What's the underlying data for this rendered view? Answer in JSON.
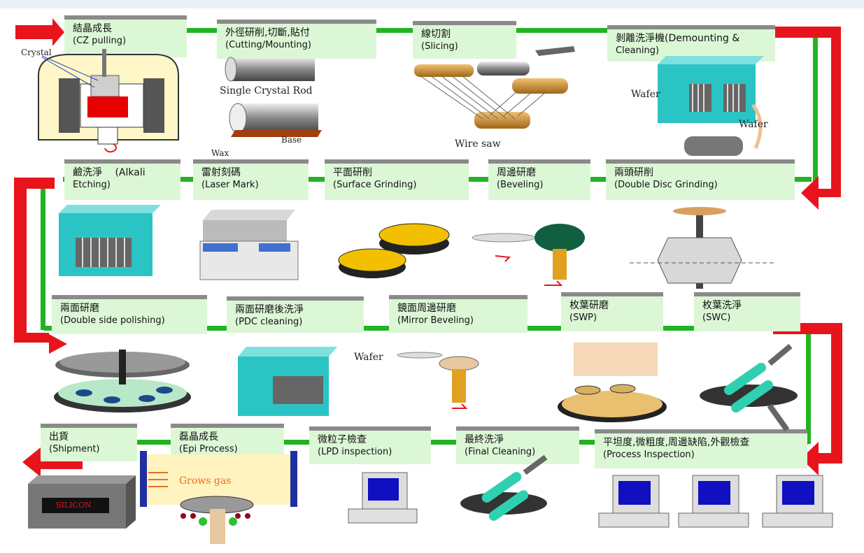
{
  "steps": [
    {
      "zh": "結晶成長",
      "en": "(CZ pulling)"
    },
    {
      "zh": "外徑研削,切斷,貼付",
      "en": "(Cutting/Mounting)"
    },
    {
      "zh": "線切割",
      "en": "(Slicing)"
    },
    {
      "zh": "剝離洗淨機(Demounting &",
      "en": "Cleaning)"
    },
    {
      "zh": "鹼洗淨 　(Alkali",
      "en": "Etching)"
    },
    {
      "zh": "雷射刻碼",
      "en": "(Laser Mark)"
    },
    {
      "zh": "平面研削",
      "en": "(Surface Grinding)"
    },
    {
      "zh": "周邊研磨",
      "en": "(Beveling)"
    },
    {
      "zh": "兩頭研削",
      "en": "(Double Disc Grinding)"
    },
    {
      "zh": "兩面研磨",
      "en": "(Double side polishing)"
    },
    {
      "zh": "兩面研磨後洗淨",
      "en": "(PDC cleaning)"
    },
    {
      "zh": "鏡面周邊研磨",
      "en": "(Mirror Beveling)"
    },
    {
      "zh": "枚葉研磨",
      "en": "(SWP)"
    },
    {
      "zh": "枚葉洗淨",
      "en": "(SWC)"
    },
    {
      "zh": "出貨",
      "en": "(Shipment)"
    },
    {
      "zh": "磊晶成長",
      "en": "(Epi Process)"
    },
    {
      "zh": "微粒子檢查",
      "en": "(LPD inspection)"
    },
    {
      "zh": "最終洗淨",
      "en": "(Final Cleaning)"
    },
    {
      "zh": "平坦度,微粗度,周邊缺陷,外觀檢查",
      "en": "(Process Inspection)"
    }
  ],
  "labels": {
    "crystal": "Crystal",
    "single_crystal_rod": "Single Crystal Rod",
    "base": "Base",
    "wax": "Wax",
    "wire_saw": "Wire saw",
    "wafer_1": "Wafer",
    "wafer_2": "Wafer",
    "wafer_3": "Wafer",
    "grows_gas": "Grows gas",
    "silicon": "SILICON"
  },
  "colors": {
    "flow_line": "#21b421",
    "arrow": "#e8141c",
    "box_fill": "#dcf7d6",
    "box_top_border": "#8a8a8a",
    "tank": "#2bc4c4"
  }
}
